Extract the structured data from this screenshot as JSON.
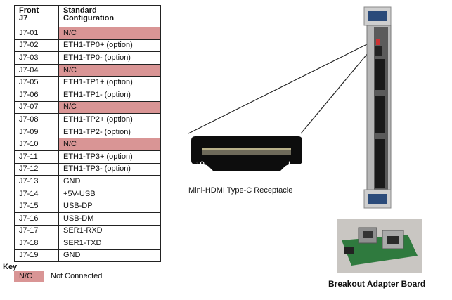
{
  "table": {
    "header_col1": "Front J7",
    "header_col2": "Standard Configuration",
    "rows": [
      {
        "pin": "J7-01",
        "config": "N/C"
      },
      {
        "pin": "J7-02",
        "config": "ETH1-TP0+ (option)"
      },
      {
        "pin": "J7-03",
        "config": "ETH1-TP0-  (option)"
      },
      {
        "pin": "J7-04",
        "config": "N/C"
      },
      {
        "pin": "J7-05",
        "config": "ETH1-TP1+ (option)"
      },
      {
        "pin": "J7-06",
        "config": "ETH1-TP1-  (option)"
      },
      {
        "pin": "J7-07",
        "config": "N/C"
      },
      {
        "pin": "J7-08",
        "config": "ETH1-TP2+ (option)"
      },
      {
        "pin": "J7-09",
        "config": "ETH1-TP2-  (option)"
      },
      {
        "pin": "J7-10",
        "config": "N/C"
      },
      {
        "pin": "J7-11",
        "config": "ETH1-TP3+ (option)"
      },
      {
        "pin": "J7-12",
        "config": "ETH1-TP3-  (option)"
      },
      {
        "pin": "J7-13",
        "config": "GND"
      },
      {
        "pin": "J7-14",
        "config": "+5V-USB"
      },
      {
        "pin": "J7-15",
        "config": "USB-DP"
      },
      {
        "pin": "J7-16",
        "config": "USB-DM"
      },
      {
        "pin": "J7-17",
        "config": "SER1-RXD"
      },
      {
        "pin": "J7-18",
        "config": "SER1-TXD"
      },
      {
        "pin": "J7-19",
        "config": "GND"
      }
    ]
  },
  "key": {
    "title": "Key",
    "swatch_label": "N/C",
    "description": "Not Connected"
  },
  "connector": {
    "pin_left": "19",
    "pin_right": "1",
    "caption": "Mini-HDMI Type-C Receptacle"
  },
  "board": {
    "caption": "Breakout Adapter Board"
  },
  "colors": {
    "nc_highlight": "#d99595"
  }
}
